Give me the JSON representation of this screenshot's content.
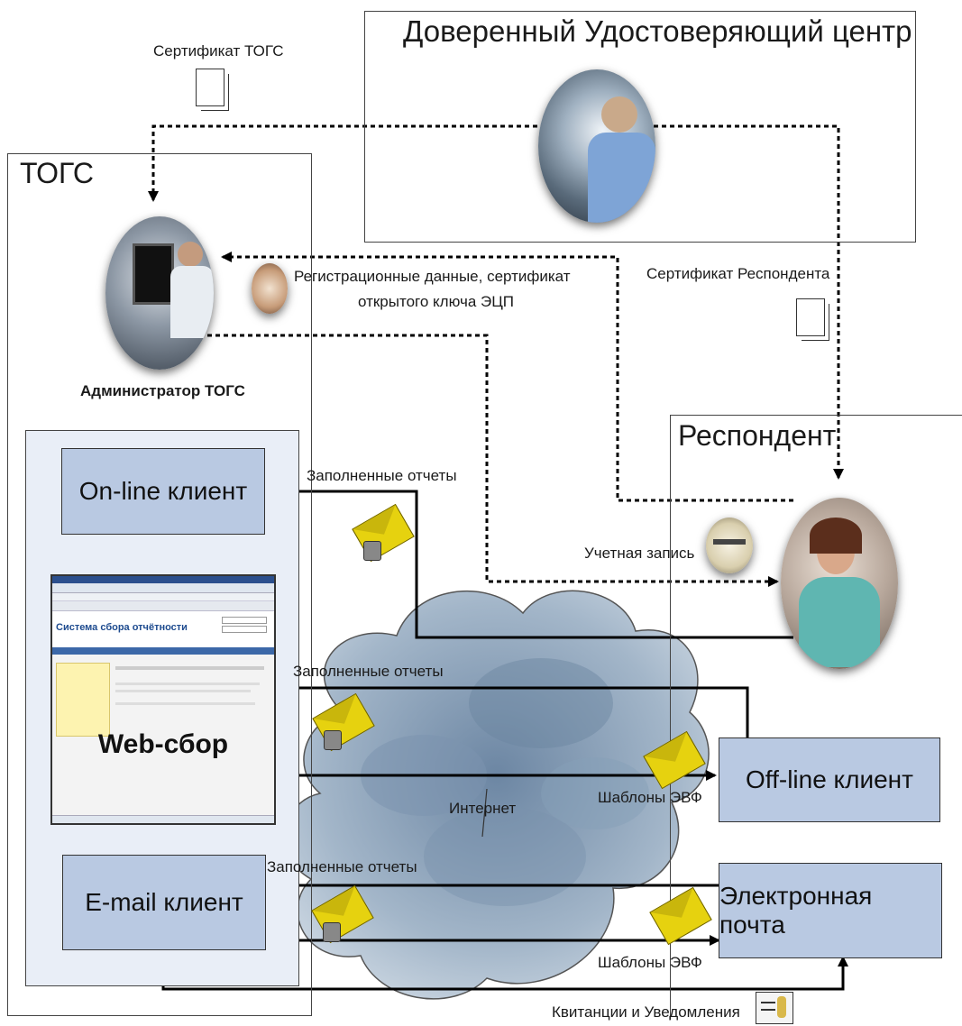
{
  "regions": {
    "trusted_ca_title": "Доверенный Удостоверяющий центр",
    "togs_title": "ТОГС",
    "respondent_title": "Респондент"
  },
  "roles": {
    "admin_label": "Администратор ТОГС"
  },
  "boxes": {
    "online_client": "On-line клиент",
    "email_client": "E-mail клиент",
    "offline_client": "Off-line клиент",
    "email": "Электронная почта"
  },
  "web": {
    "caption": "Web-сбор",
    "site_title": "Система сбора отчётности"
  },
  "flows": {
    "cert_togs": "Сертификат ТОГС",
    "reg_data_line1": "Регистрационные данные, сертификат",
    "reg_data_line2": "открытого ключа ЭЦП",
    "cert_respondent": "Сертификат Респондента",
    "filled_reports_1": "Заполненные отчеты",
    "account": "Учетная запись",
    "filled_reports_2": "Заполненные отчеты",
    "internet": "Интернет",
    "templates_1": "Шаблоны ЭВФ",
    "filled_reports_3": "Заполненные отчеты",
    "templates_2": "Шаблоны ЭВФ",
    "receipts": "Квитанции и Уведомления"
  },
  "icons": {
    "cert_togs_icon": "document-icon",
    "cert_respondent_icon": "document-icon",
    "envelope": "locked-envelope-icon",
    "receipt_icon": "receipt-icon"
  },
  "colors": {
    "box_fill": "#b9c9e2",
    "togs_inner_fill": "#e9eef7",
    "envelope": "#e6d20f",
    "cloud": "#9fb3c8"
  }
}
